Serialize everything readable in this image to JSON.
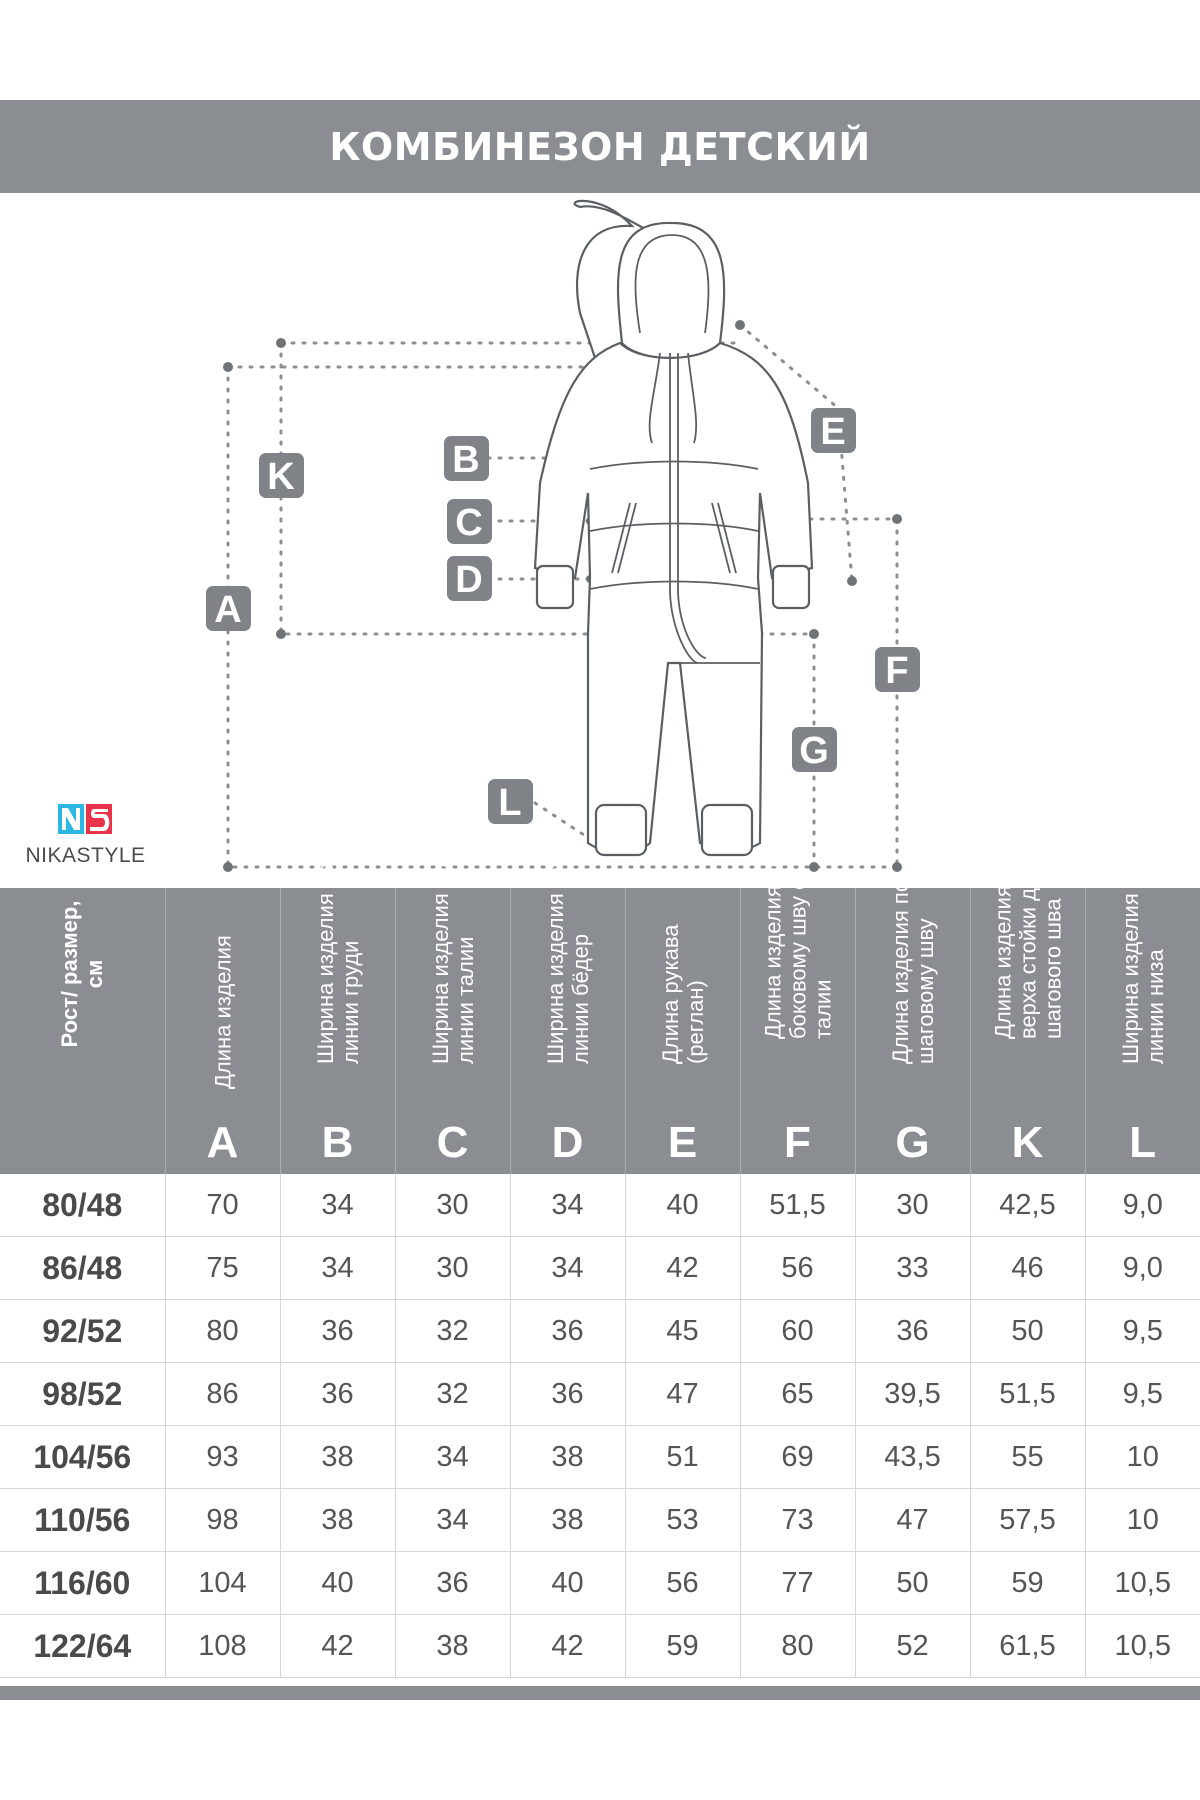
{
  "title": "КОМБИНЕЗОН ДЕТСКИЙ",
  "brand": "NIKASTYLE",
  "diagram_labels": [
    "A",
    "B",
    "C",
    "D",
    "E",
    "F",
    "G",
    "K",
    "L"
  ],
  "table": {
    "size_header": "Рост/ размер, см",
    "columns": [
      {
        "letter": "A",
        "label": "Длина изделия"
      },
      {
        "letter": "B",
        "label": "Ширина изделия по линии груди"
      },
      {
        "letter": "C",
        "label": "Ширина изделия по линии талии"
      },
      {
        "letter": "D",
        "label": "Ширина изделия по линии бёдер"
      },
      {
        "letter": "E",
        "label": "Длина рукава (реглан)"
      },
      {
        "letter": "F",
        "label": "Длина изделия по боковому шву от талии"
      },
      {
        "letter": "G",
        "label": "Длина изделия по шаговому шву"
      },
      {
        "letter": "K",
        "label": "Длина изделия от верха стойки до шагового шва"
      },
      {
        "letter": "L",
        "label": "Ширина изделия по линии низа"
      }
    ],
    "rows": [
      {
        "size": "80/48",
        "values": [
          "70",
          "34",
          "30",
          "34",
          "40",
          "51,5",
          "30",
          "42,5",
          "9,0"
        ]
      },
      {
        "size": "86/48",
        "values": [
          "75",
          "34",
          "30",
          "34",
          "42",
          "56",
          "33",
          "46",
          "9,0"
        ]
      },
      {
        "size": "92/52",
        "values": [
          "80",
          "36",
          "32",
          "36",
          "45",
          "60",
          "36",
          "50",
          "9,5"
        ]
      },
      {
        "size": "98/52",
        "values": [
          "86",
          "36",
          "32",
          "36",
          "47",
          "65",
          "39,5",
          "51,5",
          "9,5"
        ]
      },
      {
        "size": "104/56",
        "values": [
          "93",
          "38",
          "34",
          "38",
          "51",
          "69",
          "43,5",
          "55",
          "10"
        ]
      },
      {
        "size": "110/56",
        "values": [
          "98",
          "38",
          "34",
          "38",
          "53",
          "73",
          "47",
          "57,5",
          "10"
        ]
      },
      {
        "size": "116/60",
        "values": [
          "104",
          "40",
          "36",
          "40",
          "56",
          "77",
          "50",
          "59",
          "10,5"
        ]
      },
      {
        "size": "122/64",
        "values": [
          "108",
          "42",
          "38",
          "42",
          "59",
          "80",
          "52",
          "61,5",
          "10,5"
        ]
      }
    ]
  }
}
